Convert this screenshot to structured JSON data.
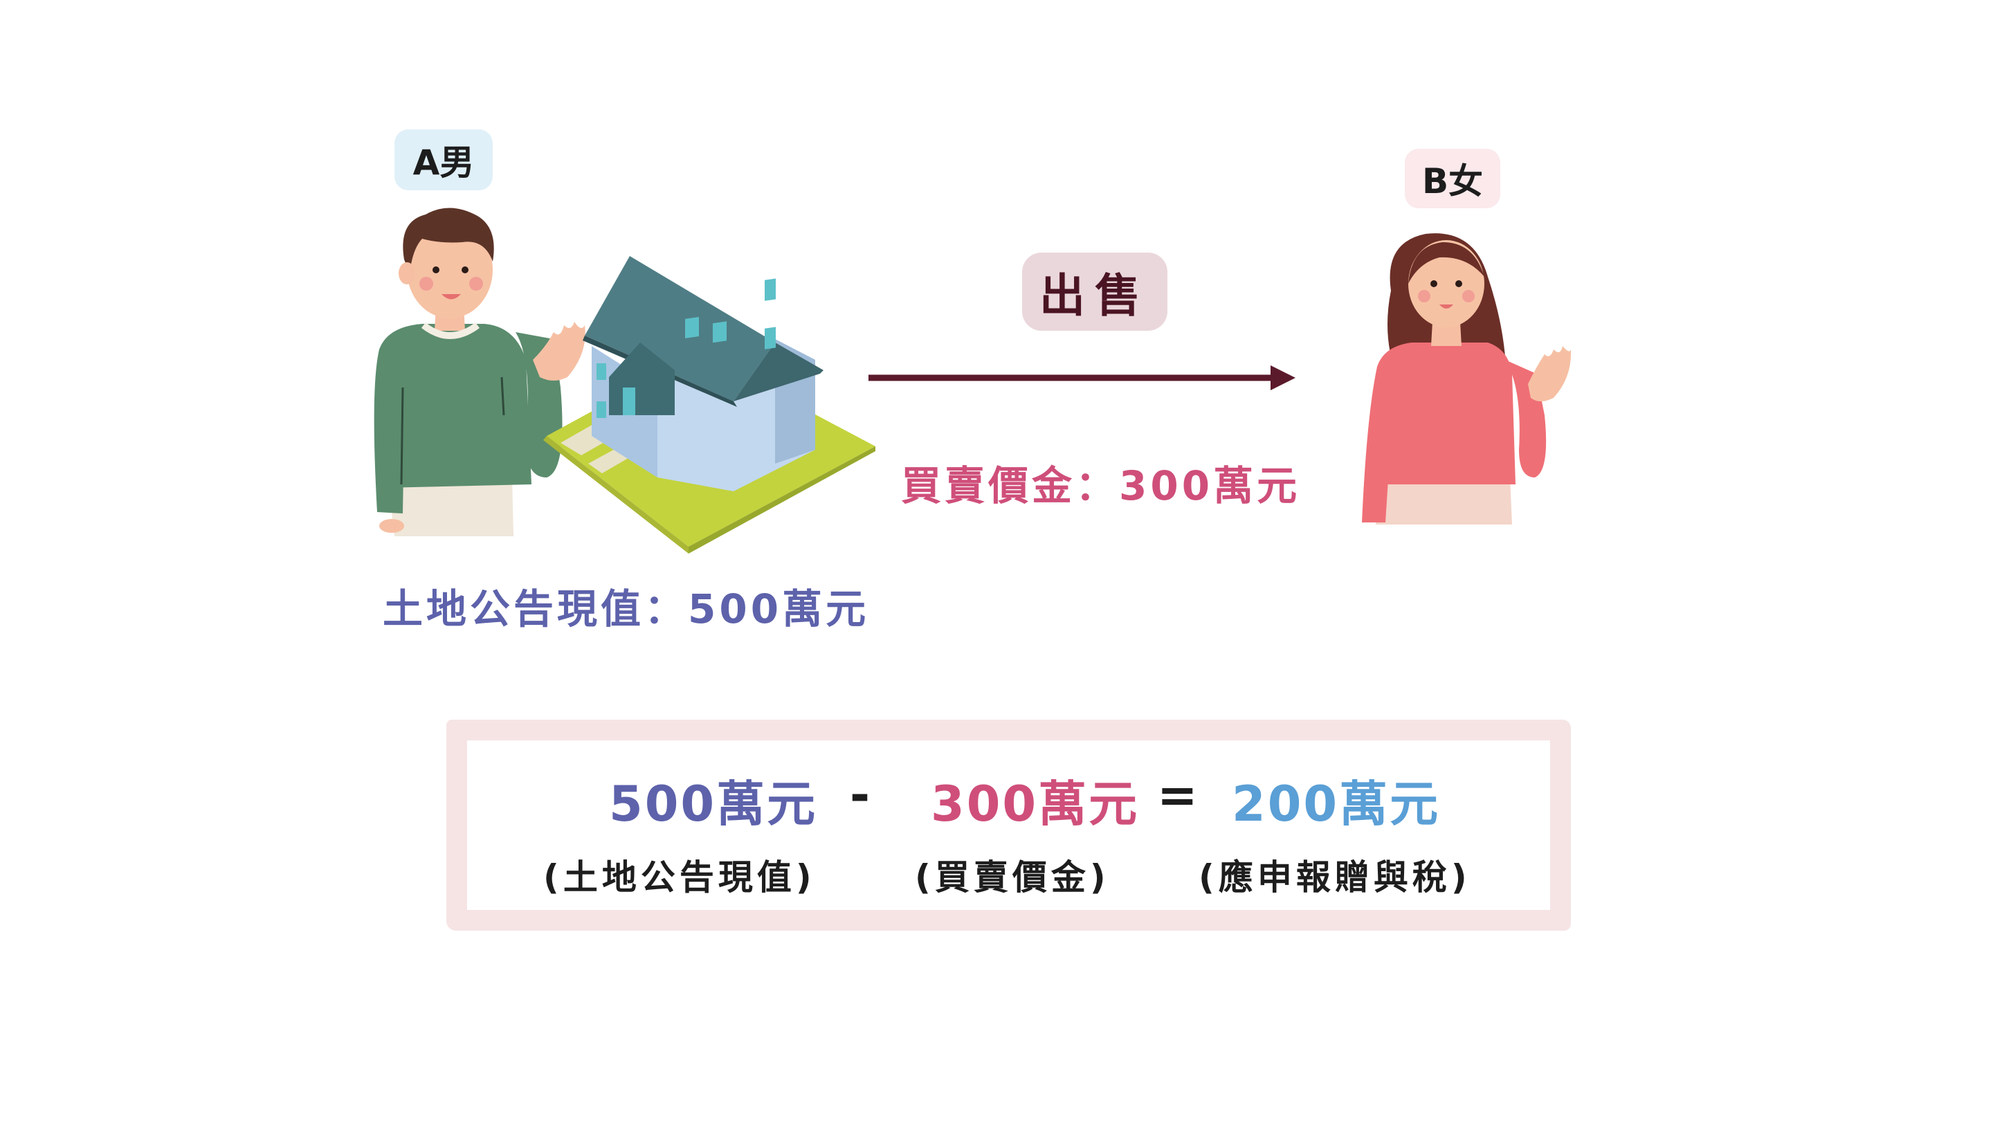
{
  "person_a": {
    "tag": "A男"
  },
  "person_b": {
    "tag": "B女"
  },
  "transfer": {
    "action": "出售",
    "price_label": "買賣價金：300萬元"
  },
  "land": {
    "value_label": "土地公告現值：500萬元"
  },
  "formula": {
    "term1": {
      "value": "500萬元",
      "caption": "(土地公告現值)"
    },
    "operator1": "-",
    "term2": {
      "value": "300萬元",
      "caption": "(買賣價金)"
    },
    "operator2": "=",
    "result": {
      "value": "200萬元",
      "caption": "(應申報贈與稅)"
    }
  },
  "colors": {
    "land_value": "#5d62ab",
    "price": "#cf4f7a",
    "result": "#5a9fd6",
    "arrow": "#5b1a2c",
    "frame": "#f6e4e5"
  },
  "icons": [
    "man-illustration",
    "house-illustration",
    "woman-illustration",
    "arrow-right-icon"
  ]
}
